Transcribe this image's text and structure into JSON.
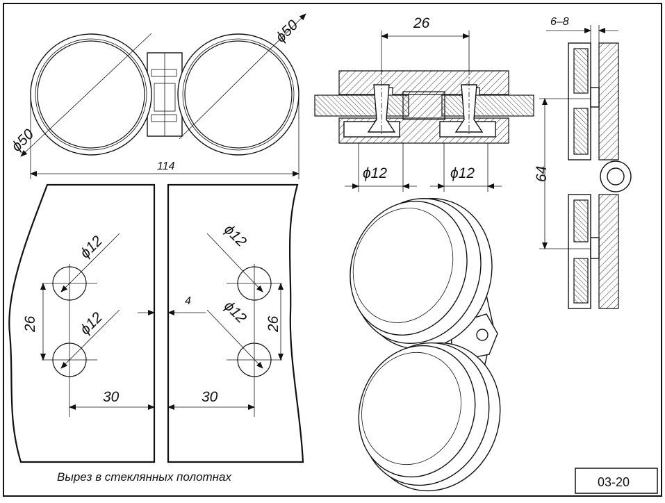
{
  "top_view": {
    "dia_left": "ϕ50",
    "dia_right": "ϕ50",
    "width": "114"
  },
  "section_view": {
    "spacing": "26",
    "hole_left": "ϕ12",
    "hole_right": "ϕ12"
  },
  "side_view": {
    "glass_range": "6–8",
    "span": "64"
  },
  "cutout": {
    "left_hole_top": "ϕ12",
    "left_hole_bottom": "ϕ12",
    "left_spacing": "26",
    "left_offset": "30",
    "gap": "4",
    "right_hole_top": "ϕ12",
    "right_hole_bottom": "ϕ12",
    "right_spacing": "26",
    "right_offset": "30",
    "caption": "Вырез в стеклянных полотнах"
  },
  "code": "03-20"
}
